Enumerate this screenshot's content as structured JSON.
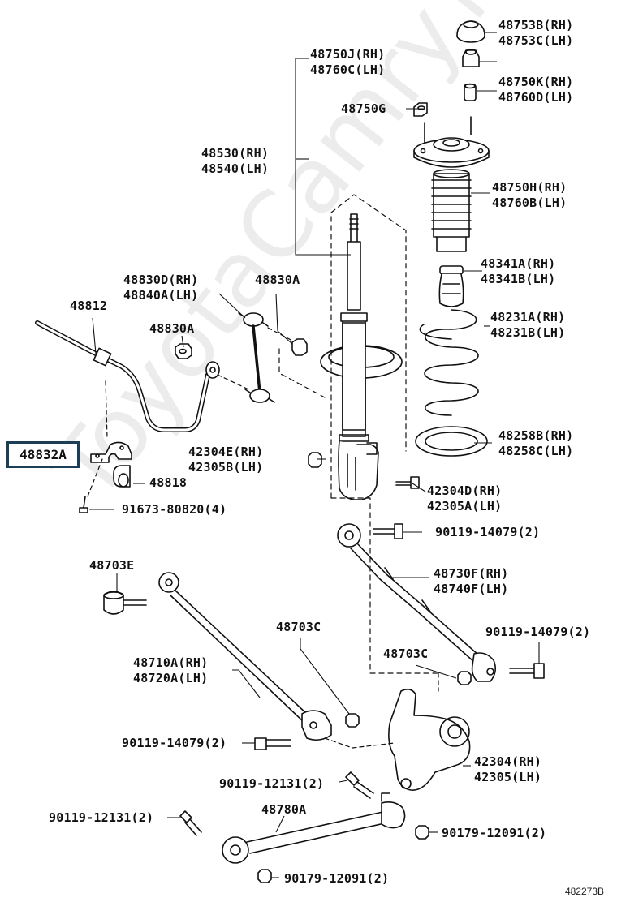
{
  "watermark": "ToyotaCamry.ru",
  "figure_number": "482273B",
  "highlighted_part": "48832A",
  "colors": {
    "highlight_border": "#1d3f55",
    "ink": "#111111"
  },
  "labels": {
    "p48753": [
      "48753B(RH)",
      "48753C(LH)"
    ],
    "p48750j": [
      "48750J(RH)",
      "48760C(LH)"
    ],
    "p48750k": [
      "48750K(RH)",
      "48760D(LH)"
    ],
    "p48750g": [
      "48750G"
    ],
    "p48530": [
      "48530(RH)",
      "48540(LH)"
    ],
    "p48750h": [
      "48750H(RH)",
      "48760B(LH)"
    ],
    "p48341": [
      "48341A(RH)",
      "48341B(LH)"
    ],
    "p48830d": [
      "48830D(RH)",
      "48840A(LH)"
    ],
    "p48830a_top": [
      "48830A"
    ],
    "p48812": [
      "48812"
    ],
    "p48830a_mid": [
      "48830A"
    ],
    "p48231": [
      "48231A(RH)",
      "48231B(LH)"
    ],
    "p48258": [
      "48258B(RH)",
      "48258C(LH)"
    ],
    "p42304e": [
      "42304E(RH)",
      "42305B(LH)"
    ],
    "p48818": [
      "48818"
    ],
    "p42304d": [
      "42304D(RH)",
      "42305A(LH)"
    ],
    "p91673": [
      "91673-80820(4)"
    ],
    "p90119_a": [
      "90119-14079(2)"
    ],
    "p48703e": [
      "48703E"
    ],
    "p48730f": [
      "48730F(RH)",
      "48740F(LH)"
    ],
    "p48703c_a": [
      "48703C"
    ],
    "p90119_b": [
      "90119-14079(2)"
    ],
    "p48710a": [
      "48710A(RH)",
      "48720A(LH)"
    ],
    "p48703c_b": [
      "48703C"
    ],
    "p90119_c": [
      "90119-14079(2)"
    ],
    "p42304": [
      "42304(RH)",
      "42305(LH)"
    ],
    "p90119_12131_a": [
      "90119-12131(2)"
    ],
    "p48780a": [
      "48780A"
    ],
    "p90119_12131_b": [
      "90119-12131(2)"
    ],
    "p90179_a": [
      "90179-12091(2)"
    ],
    "p90179_b": [
      "90179-12091(2)"
    ]
  }
}
